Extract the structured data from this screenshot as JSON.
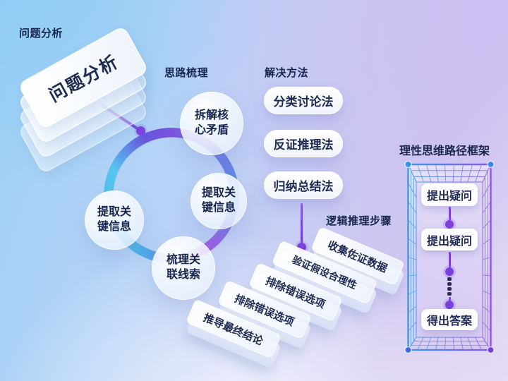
{
  "problem": {
    "label": "问题分析",
    "card_text": "问题分析",
    "card_layers": 4
  },
  "flow": {
    "label": "思路梳理",
    "nodes": [
      "拆解核心矛盾",
      "提取关键信息",
      "梳理关联线索",
      "提取关键信息"
    ]
  },
  "methods": {
    "label": "解决方法",
    "items": [
      "分类讨论法",
      "反证推理法",
      "归纳总结法"
    ]
  },
  "steps": {
    "label": "逻辑推理步骤",
    "items": [
      "收集佐证数据",
      "验证假设合理性",
      "排除错误选项",
      "排除错误选项",
      "推导最终结论"
    ]
  },
  "framework": {
    "title": "理性思维路径框架",
    "steps": [
      "提出疑问",
      "提出疑问",
      "得出答案"
    ]
  },
  "colors": {
    "text_navy": "#1d2a52",
    "accent_purple": "#7b40dd",
    "accent_blue": "#3a9ae8",
    "ring_cyan": "#52c0ec",
    "ring_magenta": "#aa58e8",
    "bg_blue": "#9bd0f4",
    "bg_lavender": "#cfc4f0"
  }
}
